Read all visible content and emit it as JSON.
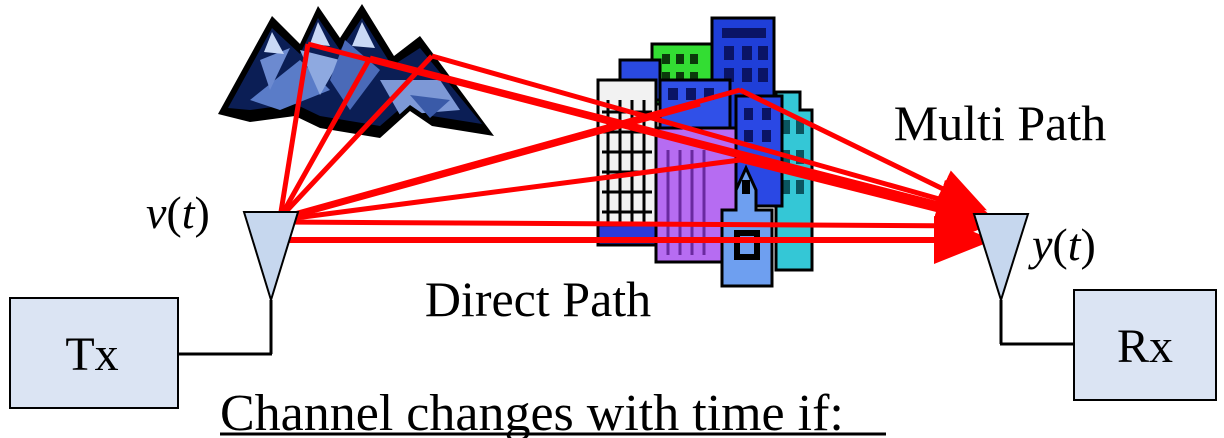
{
  "labels": {
    "tx_box": "Tx",
    "rx_box": "Rx",
    "tx_signal_var": "v",
    "tx_signal_arg": "t",
    "rx_signal_var": "y",
    "rx_signal_arg": "t",
    "direct_path": "Direct Path",
    "multi_path": "Multi Path",
    "caption": "Channel changes with time if:"
  },
  "colors": {
    "ray": "#ff0000",
    "box_fill": "#dbe4f3",
    "antenna_fill": "#c6d7ee",
    "sky_dark": "#0b1e55",
    "building_blue": "#1f3fd8",
    "building_purple": "#b66cf2",
    "building_cyan": "#34c7d6",
    "building_green": "#33dd33"
  },
  "icons": {
    "mountain": "mountain-clipart-icon",
    "city": "city-buildings-clipart-icon",
    "tx_antenna": "triangle-antenna-icon",
    "rx_antenna": "triangle-antenna-icon"
  }
}
